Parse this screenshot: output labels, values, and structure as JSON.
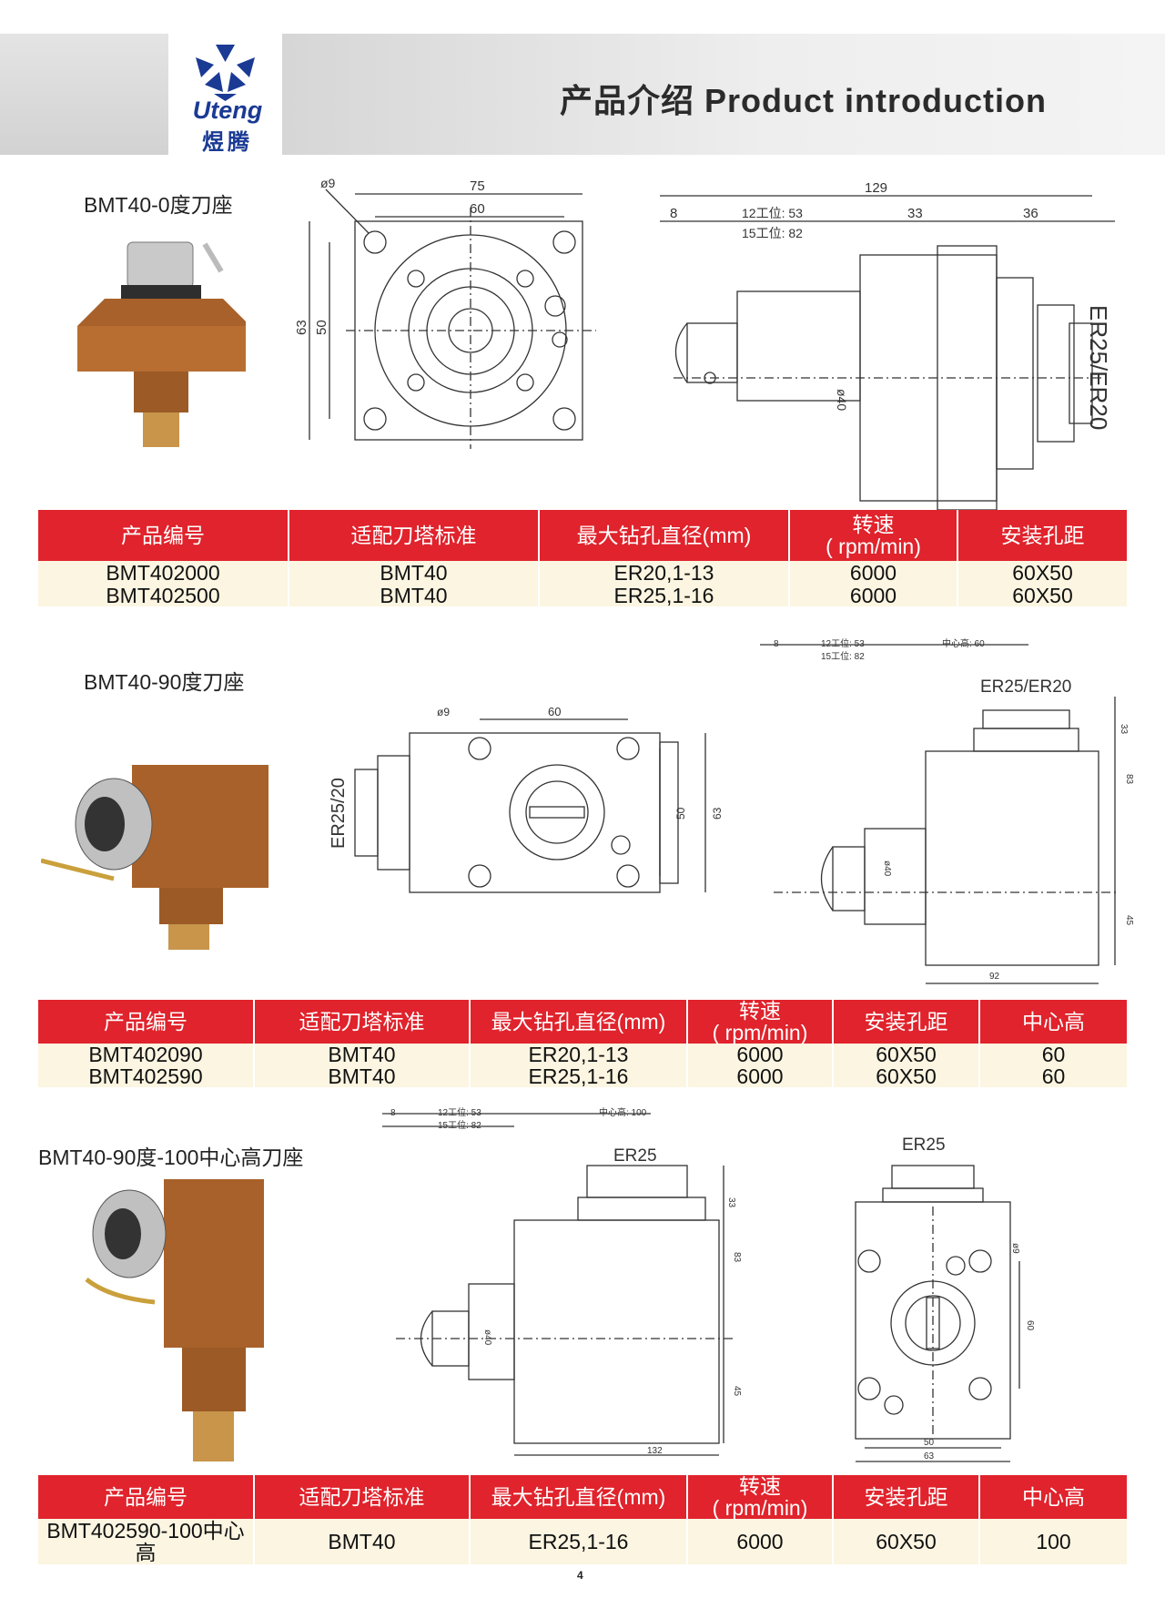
{
  "header": {
    "brand_en": "Uteng",
    "brand_cn": "煜腾",
    "title": "产品介绍 Product introduction"
  },
  "sections": [
    {
      "title": "BMT40-0度刀座",
      "table": {
        "headers": [
          "产品编号",
          "适配刀塔标准",
          "最大钻孔直径(mm)",
          "转速",
          "( rpm/min)",
          "安装孔距"
        ],
        "rows": [
          [
            "BMT402000",
            "BMT40",
            "ER20,1-13",
            "6000",
            "60X50"
          ],
          [
            "BMT402500",
            "BMT40",
            "ER25,1-16",
            "6000",
            "60X50"
          ]
        ]
      },
      "drawing": {
        "front": [
          "ø9",
          "75",
          "60",
          "63",
          "50"
        ],
        "side": [
          "129",
          "8",
          "12工位: 53",
          "15工位: 82",
          "33",
          "36",
          "ø40",
          "ER25/ER20"
        ]
      }
    },
    {
      "title": "BMT40-90度刀座",
      "table": {
        "headers": [
          "产品编号",
          "适配刀塔标准",
          "最大钻孔直径(mm)",
          "转速",
          "( rpm/min)",
          "安装孔距",
          "中心高"
        ],
        "rows": [
          [
            "BMT402090",
            "BMT40",
            "ER20,1-13",
            "6000",
            "60X50",
            "60"
          ],
          [
            "BMT402590",
            "BMT40",
            "ER25,1-16",
            "6000",
            "60X50",
            "60"
          ]
        ]
      },
      "drawing": {
        "front": [
          "ø9",
          "60",
          "ER25/20",
          "50",
          "63"
        ],
        "side": [
          "8",
          "12工位: 53",
          "15工位: 82",
          "中心高: 60",
          "ER25/ER20",
          "33",
          "83",
          "ø40",
          "45",
          "92"
        ]
      }
    },
    {
      "title": "BMT40-90度-100中心高刀座",
      "table": {
        "headers": [
          "产品编号",
          "适配刀塔标准",
          "最大钻孔直径(mm)",
          "转速",
          "( rpm/min)",
          "安装孔距",
          "中心高"
        ],
        "rows": [
          [
            "BMT402590-100中心高",
            "BMT40",
            "ER25,1-16",
            "6000",
            "60X50",
            "100"
          ]
        ]
      },
      "drawing": {
        "side": [
          "8",
          "12工位: 53",
          "15工位: 82",
          "中心高: 100",
          "ER25",
          "33",
          "83",
          "ø40",
          "45",
          "132"
        ],
        "front": [
          "ER25",
          "ø9",
          "60",
          "50",
          "63"
        ]
      }
    }
  ],
  "page_number": "4",
  "colors": {
    "header_red": "#e0232c",
    "row_cream": "#fbf5e1",
    "brand_blue": "#1a3a94",
    "bronze": "#a8612a"
  }
}
